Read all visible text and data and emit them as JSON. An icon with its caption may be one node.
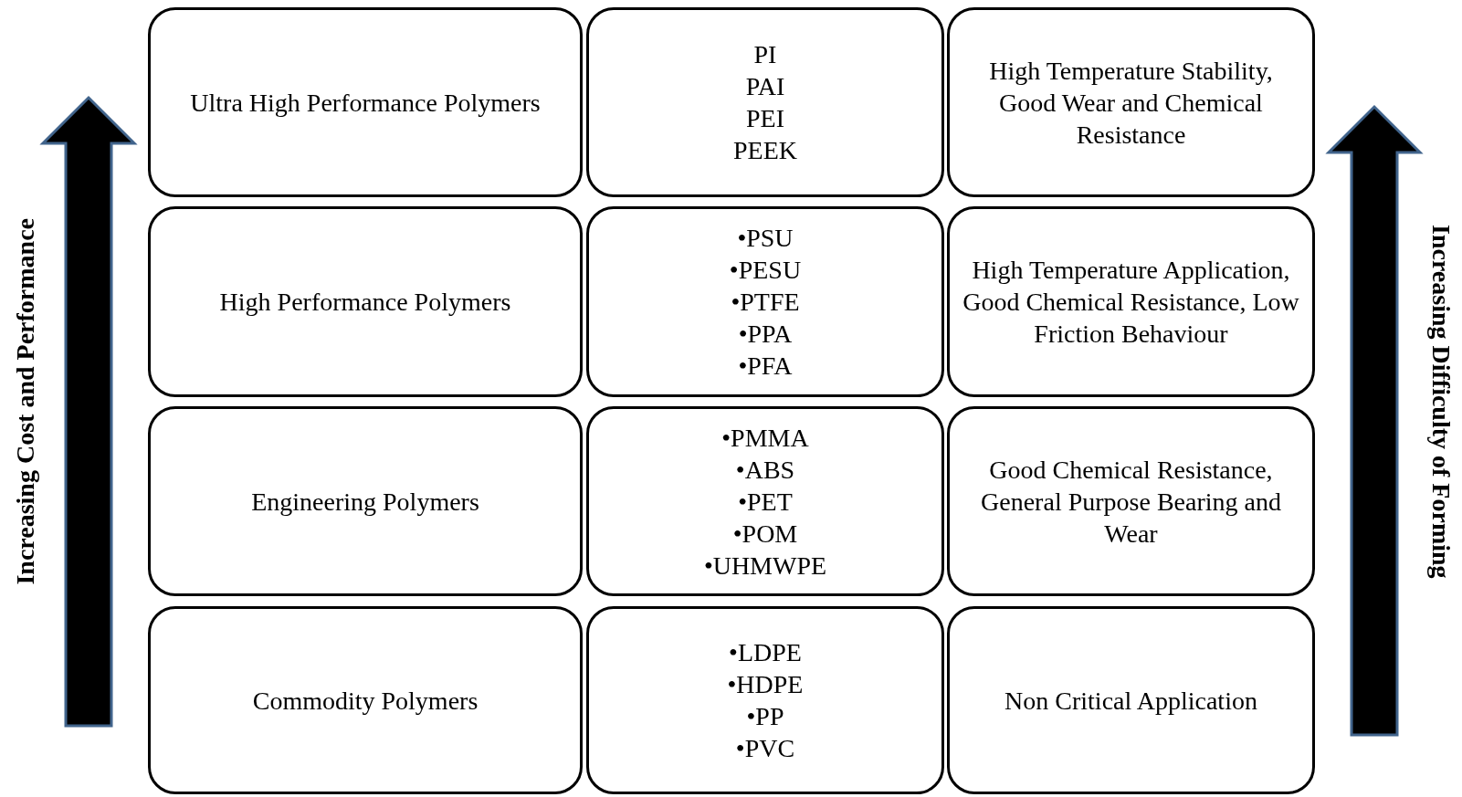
{
  "diagram": {
    "nodes": [
      {
        "text": [
          "Ultra High Performance Polymers"
        ]
      },
      {
        "text": [
          "PI",
          "PAI",
          "PEI",
          "PEEK"
        ]
      },
      {
        "text": [
          "High Temperature Stability, Good Wear and Chemical Resistance"
        ]
      },
      {
        "text": [
          "High Performance Polymers"
        ]
      },
      {
        "text": [
          "•PSU",
          "•PESU",
          "•PTFE",
          "•PPA",
          "•PFA"
        ]
      },
      {
        "text": [
          "High Temperature Application, Good Chemical Resistance, Low Friction Behaviour"
        ]
      },
      {
        "text": [
          "Engineering Polymers"
        ]
      },
      {
        "text": [
          "•PMMA",
          "•ABS",
          "•PET",
          "•POM",
          "•UHMWPE"
        ]
      },
      {
        "text": [
          "Good Chemical Resistance, General Purpose Bearing and Wear"
        ]
      },
      {
        "text": [
          "Commodity Polymers"
        ]
      },
      {
        "text": [
          "•LDPE",
          "•HDPE",
          "•PP",
          "•PVC"
        ]
      },
      {
        "text": [
          "Non Critical Application"
        ]
      }
    ],
    "labels": [
      "Increasing Cost and Performance",
      "Increasing Difficulty of Forming"
    ]
  }
}
